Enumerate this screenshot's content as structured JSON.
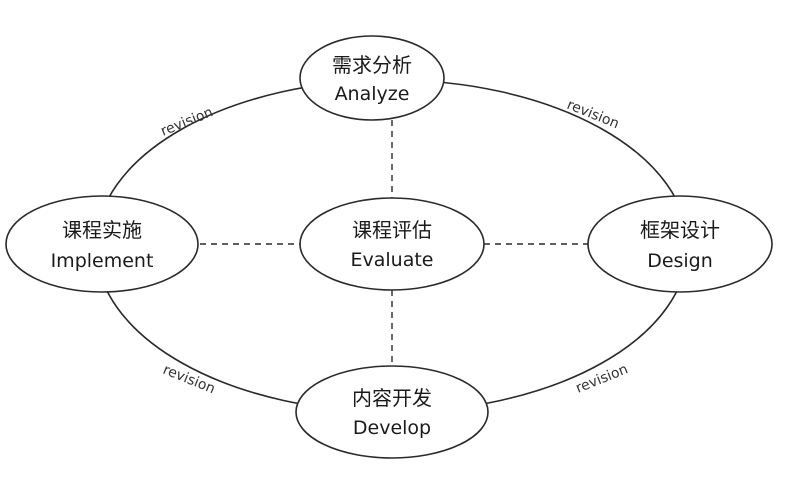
{
  "diagram": {
    "nodes": {
      "analyze": {
        "zh": "需求分析",
        "en": "Analyze"
      },
      "design": {
        "zh": "框架设计",
        "en": "Design"
      },
      "develop": {
        "zh": "内容开发",
        "en": "Develop"
      },
      "implement": {
        "zh": "课程实施",
        "en": "Implement"
      },
      "evaluate": {
        "zh": "课程评估",
        "en": "Evaluate"
      }
    },
    "edge_labels": {
      "top_left": "revision",
      "top_right": "revision",
      "bottom_left": "revision",
      "bottom_right": "revision"
    }
  }
}
